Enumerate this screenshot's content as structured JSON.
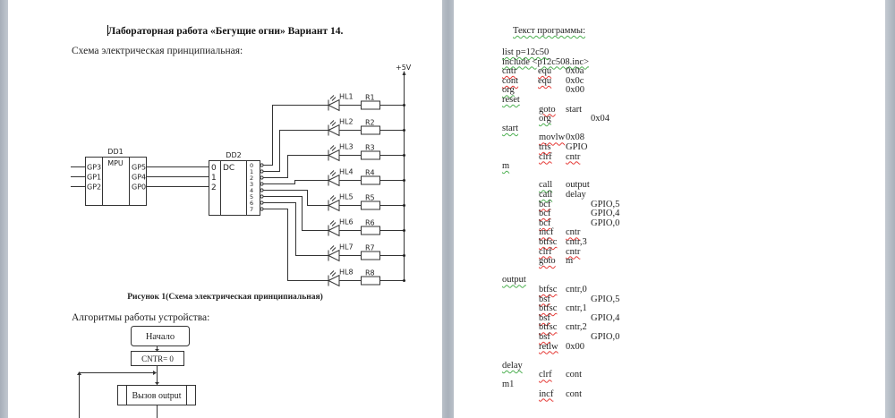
{
  "page1": {
    "title": "Лабораторная работа «Бегущие огни» Вариант 14.",
    "schematic_heading": "Схема электрическая принципиальная:",
    "schematic": {
      "supply_label": "+5V",
      "dd1": {
        "ref": "DD1",
        "type": "MPU",
        "inputs": [
          "GP3",
          "GP1",
          "GP2"
        ],
        "outputs": [
          "GP5",
          "GP4",
          "GP0"
        ]
      },
      "dd2": {
        "ref": "DD2",
        "type": "DC",
        "inputs": [
          "0",
          "1",
          "2"
        ],
        "outputs": [
          "0",
          "1",
          "2",
          "3",
          "4",
          "5",
          "6",
          "7"
        ]
      },
      "leds": [
        "HL1",
        "HL2",
        "HL3",
        "HL4",
        "HL5",
        "HL6",
        "HL7",
        "HL8"
      ],
      "resistors": [
        "R1",
        "R2",
        "R3",
        "R4",
        "R5",
        "R6",
        "R7",
        "R8"
      ]
    },
    "figure_caption": "Рисунок 1(Схема электрическая  принципиальная)",
    "algorithm_heading": "Алгоритмы работы устройства:",
    "flowchart": {
      "start": "Начало",
      "init": "CNTR= 0",
      "call": "Вызов output"
    }
  },
  "page2": {
    "heading": "Текст программы:",
    "lines": [
      {
        "label": "list p=12c50",
        "label_style": "green"
      },
      {
        "label": "include <p12c508.inc>",
        "label_style": "green"
      },
      {
        "label": "cntr",
        "label_style": "red",
        "op": "equ",
        "op_style": "red",
        "arg": "0x0a",
        "arg_col": 1
      },
      {
        "label": "cont",
        "label_style": "red",
        "op": "equ",
        "op_style": "red",
        "arg": "0x0c",
        "arg_col": 1
      },
      {
        "label": "org",
        "label_style": "green",
        "arg": "0x00",
        "arg_col": 1
      },
      {
        "label": "reset",
        "label_style": "green"
      },
      {
        "op": "goto",
        "op_style": "red",
        "arg": "start",
        "arg_col": 1
      },
      {
        "op": "org",
        "op_style": "green",
        "arg": "0x04",
        "arg_col": 2
      },
      {
        "label": "start",
        "label_style": "green"
      },
      {
        "op": "movlw",
        "op_style": "red",
        "arg": "0x08",
        "arg_col": 1
      },
      {
        "op": "tris",
        "op_style": "red",
        "arg": "GPIO",
        "arg_col": 1
      },
      {
        "op": "clrf",
        "op_style": "red",
        "arg": "cntr",
        "arg_col": 1,
        "arg_style": "red"
      },
      {
        "label": "m",
        "label_style": "green"
      },
      {
        "blank": true
      },
      {
        "op": "call",
        "op_style": "green",
        "arg": "output",
        "arg_col": 1
      },
      {
        "op": "call",
        "op_style": "green",
        "arg": "delay",
        "arg_col": 1
      },
      {
        "op": "bcf",
        "op_style": "red",
        "arg": "GPIO,5",
        "arg_col": 2
      },
      {
        "op": "bcf",
        "op_style": "red",
        "arg": "GPIO,4",
        "arg_col": 2
      },
      {
        "op": "bcf",
        "op_style": "red",
        "arg": "GPIO,0",
        "arg_col": 2
      },
      {
        "op": "incf",
        "op_style": "red",
        "arg": "cntr",
        "arg_col": 1,
        "arg_style": "red"
      },
      {
        "op": "btfsc",
        "op_style": "red",
        "arg": "cntr,3",
        "arg_col": 1
      },
      {
        "op": "clrf",
        "op_style": "red",
        "arg": "cntr",
        "arg_col": 1,
        "arg_style": "red"
      },
      {
        "op": "goto",
        "op_style": "red",
        "arg": "m",
        "arg_col": 1
      },
      {
        "blank": true
      },
      {
        "label": "output",
        "label_style": "green"
      },
      {
        "op": "btfsc",
        "op_style": "red",
        "arg": "cntr,0",
        "arg_col": 1
      },
      {
        "op": "bsf",
        "op_style": "red",
        "arg": "GPIO,5",
        "arg_col": 2
      },
      {
        "op": "btfsc",
        "op_style": "red",
        "arg": "cntr,1",
        "arg_col": 1
      },
      {
        "op": "bsf",
        "op_style": "red",
        "arg": "GPIO,4",
        "arg_col": 2
      },
      {
        "op": "btfsc",
        "op_style": "red",
        "arg": "cntr,2",
        "arg_col": 1
      },
      {
        "op": "bsf",
        "op_style": "red",
        "arg": "GPIO,0",
        "arg_col": 2
      },
      {
        "op": "retlw",
        "op_style": "red",
        "arg": "0x00",
        "arg_col": 1
      },
      {
        "blank": true
      },
      {
        "label": "delay",
        "label_style": "green"
      },
      {
        "op": "clrf",
        "op_style": "red",
        "arg": "cont",
        "arg_col": 1
      },
      {
        "label": "m1"
      },
      {
        "op": "incf",
        "op_style": "red",
        "arg": "cont",
        "arg_col": 1
      }
    ]
  }
}
